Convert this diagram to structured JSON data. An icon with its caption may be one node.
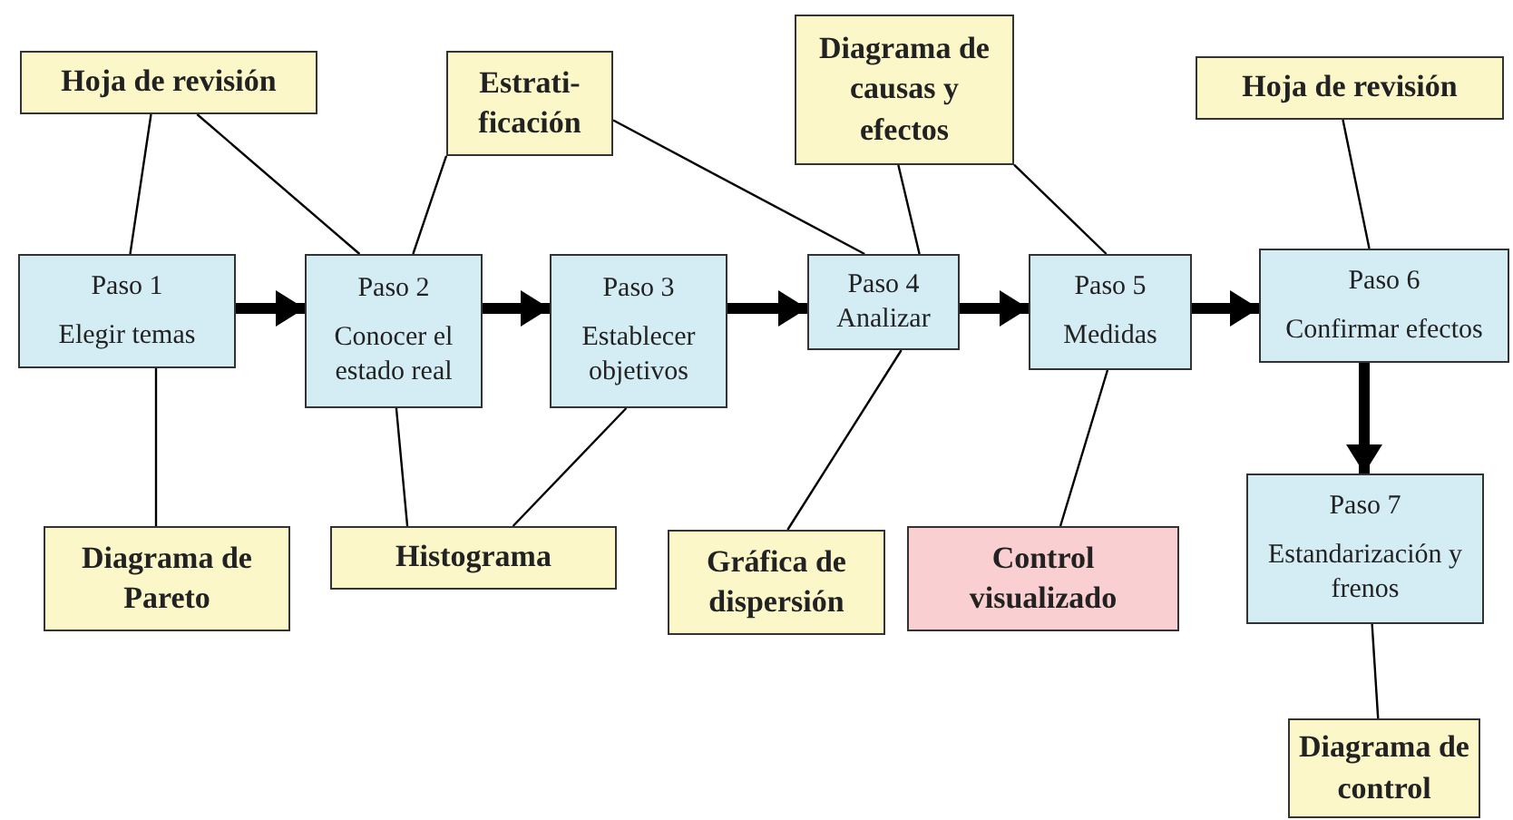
{
  "diagram": {
    "nodes": [
      {
        "text": [
          "Hoja de revisión"
        ]
      },
      {
        "text": [
          "Estrati- ficación"
        ]
      },
      {
        "text": [
          "Diagrama de causas y efectos"
        ]
      },
      {
        "text": [
          "Hoja de revisión"
        ]
      },
      {
        "text": [
          "Paso 1",
          "Elegir temas"
        ]
      },
      {
        "text": [
          "Paso 2",
          "Conocer el estado real"
        ]
      },
      {
        "text": [
          "Paso 3",
          "Establecer objetivos"
        ]
      },
      {
        "text": [
          "Paso 4",
          "Analizar"
        ]
      },
      {
        "text": [
          "Paso 5",
          "Medidas"
        ]
      },
      {
        "text": [
          "Paso 6",
          "Confirmar efectos"
        ]
      },
      {
        "text": [
          "Paso 7",
          "Estandarización y frenos"
        ]
      },
      {
        "text": [
          "Diagrama de Pareto"
        ]
      },
      {
        "text": [
          "Histograma"
        ]
      },
      {
        "text": [
          "Gráfica de dispersión"
        ]
      },
      {
        "text": [
          "Control visualizado"
        ]
      },
      {
        "text": [
          "Diagrama de control"
        ]
      }
    ],
    "edges": [
      {
        "from": 4,
        "to": 5,
        "arrow": "to",
        "style": "thick"
      },
      {
        "from": 5,
        "to": 6,
        "arrow": "to",
        "style": "thick"
      },
      {
        "from": 6,
        "to": 7,
        "arrow": "to",
        "style": "thick"
      },
      {
        "from": 7,
        "to": 8,
        "arrow": "to",
        "style": "thick"
      },
      {
        "from": 8,
        "to": 9,
        "arrow": "to",
        "style": "thick"
      },
      {
        "from": 9,
        "to": 10,
        "arrow": "to",
        "style": "thick"
      },
      {
        "from": 0,
        "to": 4,
        "arrow": "none"
      },
      {
        "from": 0,
        "to": 5,
        "arrow": "none"
      },
      {
        "from": 1,
        "to": 5,
        "arrow": "none"
      },
      {
        "from": 1,
        "to": 7,
        "arrow": "none"
      },
      {
        "from": 2,
        "to": 7,
        "arrow": "none"
      },
      {
        "from": 2,
        "to": 8,
        "arrow": "none"
      },
      {
        "from": 3,
        "to": 9,
        "arrow": "none"
      },
      {
        "from": 4,
        "to": 11,
        "arrow": "none"
      },
      {
        "from": 5,
        "to": 12,
        "arrow": "none"
      },
      {
        "from": 6,
        "to": 12,
        "arrow": "none"
      },
      {
        "from": 7,
        "to": 13,
        "arrow": "none"
      },
      {
        "from": 8,
        "to": 14,
        "arrow": "none"
      },
      {
        "from": 10,
        "to": 15,
        "arrow": "none"
      }
    ]
  }
}
